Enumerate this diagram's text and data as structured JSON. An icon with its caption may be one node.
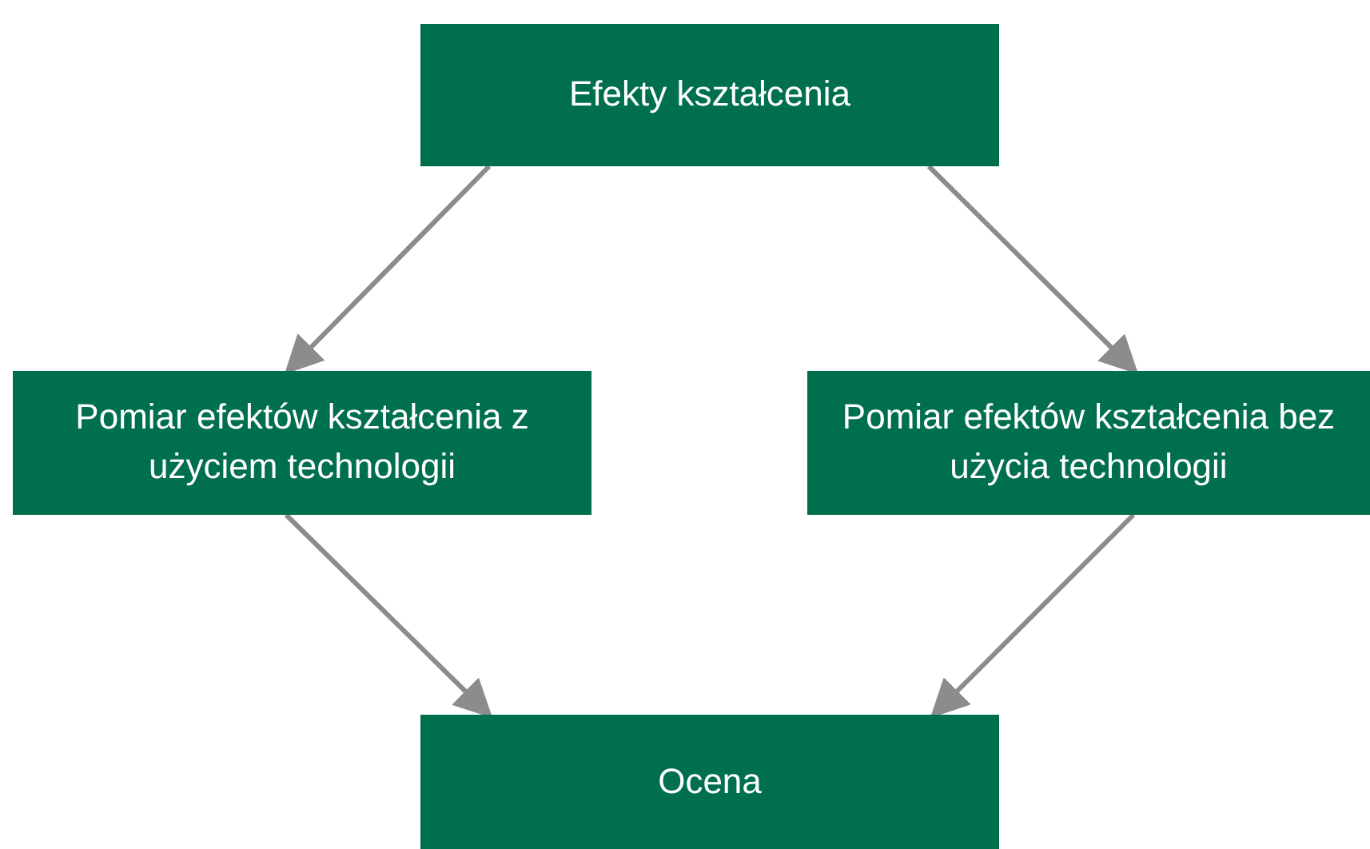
{
  "diagram": {
    "nodes": [
      {
        "text": [
          "Efekty kształcenia"
        ]
      },
      {
        "text": [
          "Pomiar efektów kształcenia z użyciem technologii"
        ]
      },
      {
        "text": [
          "Pomiar efektów kształcenia bez użycia technologii"
        ]
      },
      {
        "text": [
          "Ocena"
        ]
      }
    ],
    "edges": [
      {
        "from": 0,
        "to": 1,
        "arrow": "to"
      },
      {
        "from": 0,
        "to": 2,
        "arrow": "to"
      },
      {
        "from": 1,
        "to": 3,
        "arrow": "to"
      },
      {
        "from": 2,
        "to": 3,
        "arrow": "to"
      }
    ]
  }
}
